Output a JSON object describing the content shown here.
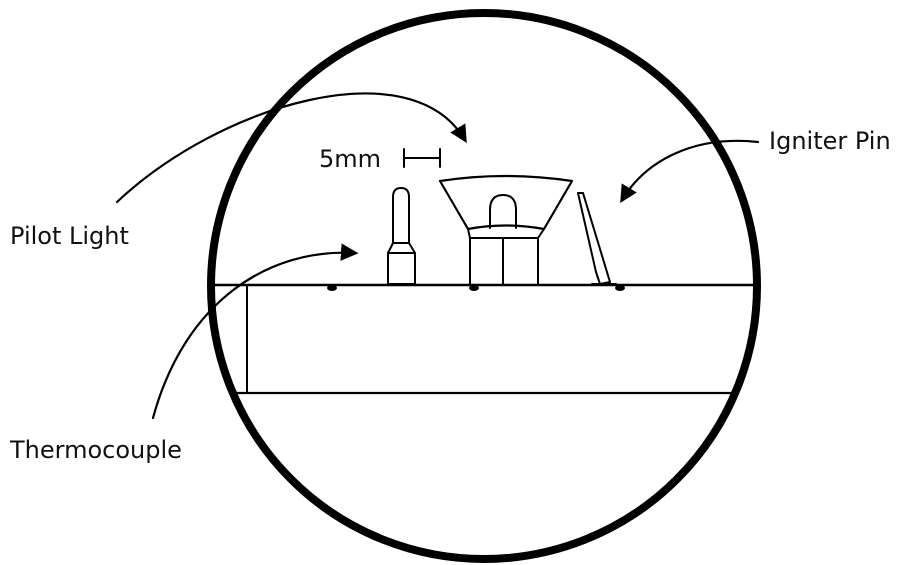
{
  "labels": {
    "pilot_light": "Pilot Light",
    "igniter_pin": "Igniter Pin",
    "thermocouple": "Thermocouple",
    "scale": "5mm"
  },
  "colors": {
    "stroke": "#000000",
    "background": "#ffffff",
    "text": "#111111"
  }
}
